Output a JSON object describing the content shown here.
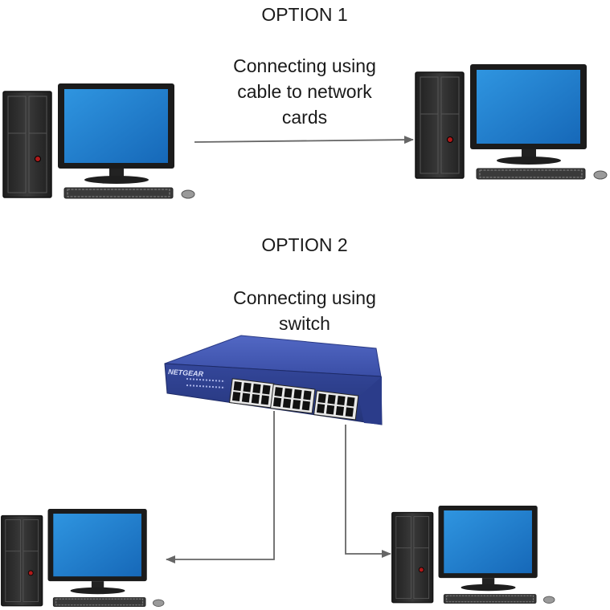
{
  "option1": {
    "title": "OPTION 1",
    "caption": "Connecting using cable to network cards"
  },
  "option2": {
    "title": "OPTION 2",
    "caption": "Connecting using switch"
  },
  "switch": {
    "brand": "NETGEAR"
  },
  "colors": {
    "screen": "#1f7fd0",
    "case": "#2e2e2e",
    "switch_body": "#3b4fa8",
    "arrow": "#666666"
  }
}
